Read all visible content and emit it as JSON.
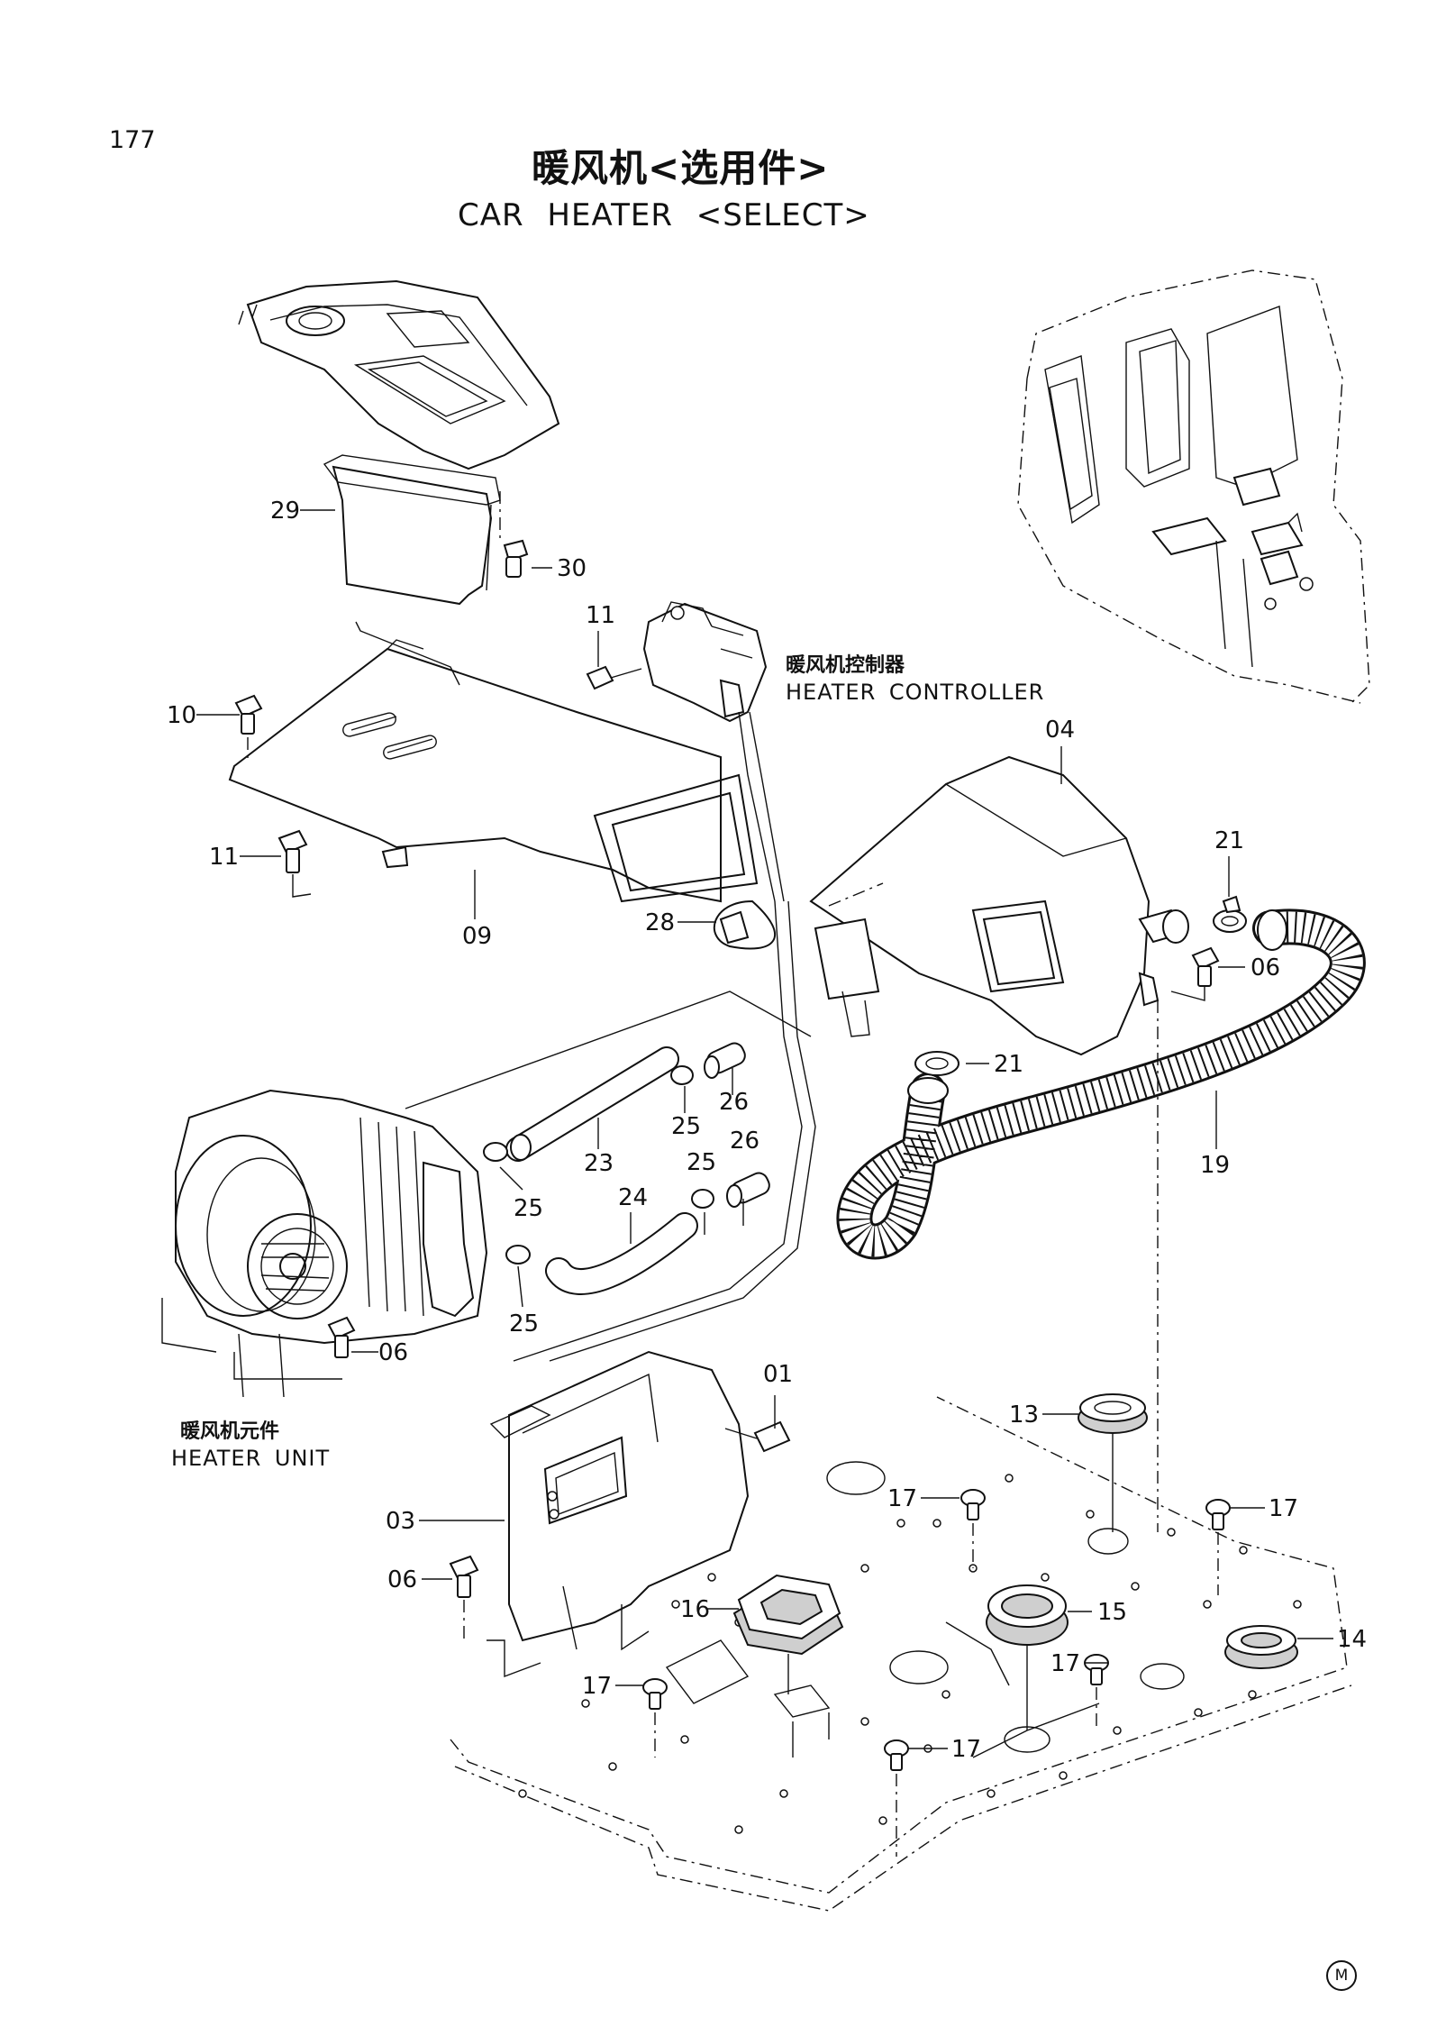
{
  "page_number": "177",
  "title": {
    "cn": "暖风机<选用件>",
    "en": "CAR    HEATER <SELECT>"
  },
  "labels": {
    "controller_cn": "暖风机控制器",
    "controller_en": "HEATER CONTROLLER",
    "unit_cn": "暖风机元件",
    "unit_en": "HEATER UNIT"
  },
  "callouts": [
    "29",
    "30",
    "11",
    "10",
    "11",
    "09",
    "28",
    "04",
    "21",
    "06",
    "21",
    "19",
    "26",
    "25",
    "23",
    "26",
    "25",
    "24",
    "25",
    "25",
    "06",
    "01",
    "13",
    "17",
    "17",
    "03",
    "06",
    "16",
    "15",
    "14",
    "17",
    "17",
    "17"
  ],
  "corner_mark": "M"
}
